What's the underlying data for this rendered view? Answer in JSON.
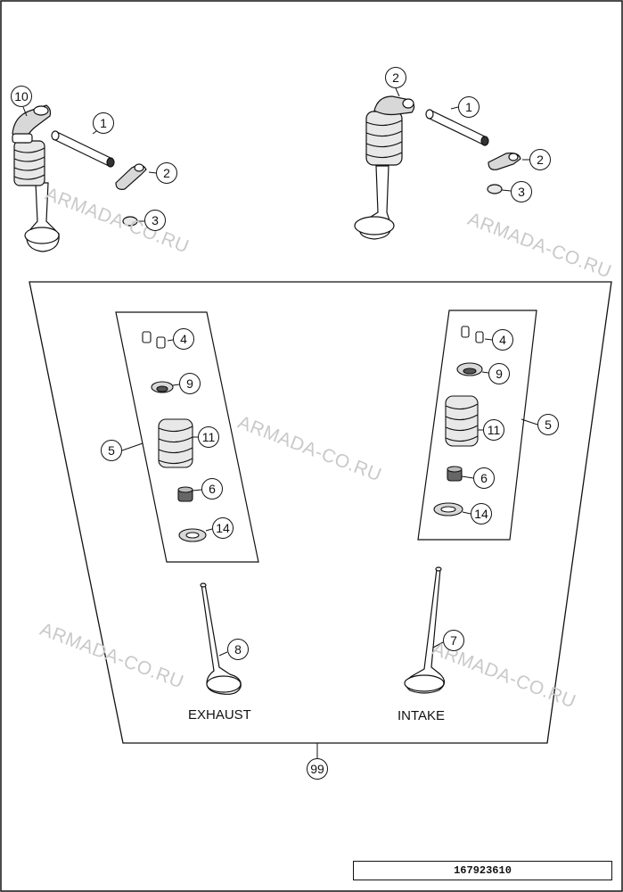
{
  "watermark": "ARMADA-CO.RU",
  "labels": {
    "exhaust": "EXHAUST",
    "intake": "INTAKE"
  },
  "callouts": {
    "c10": "10",
    "c1a": "1",
    "c2a": "2",
    "c3a": "3",
    "c2b": "2",
    "c1b": "1",
    "c2c": "2",
    "c3b": "3",
    "c4a": "4",
    "c9a": "9",
    "c5a": "5",
    "c11a": "11",
    "c6a": "6",
    "c14a": "14",
    "c4b": "4",
    "c9b": "9",
    "c5b": "5",
    "c11b": "11",
    "c6b": "6",
    "c14b": "14",
    "c8": "8",
    "c7": "7",
    "c99": "99"
  },
  "document_number": "167923610"
}
